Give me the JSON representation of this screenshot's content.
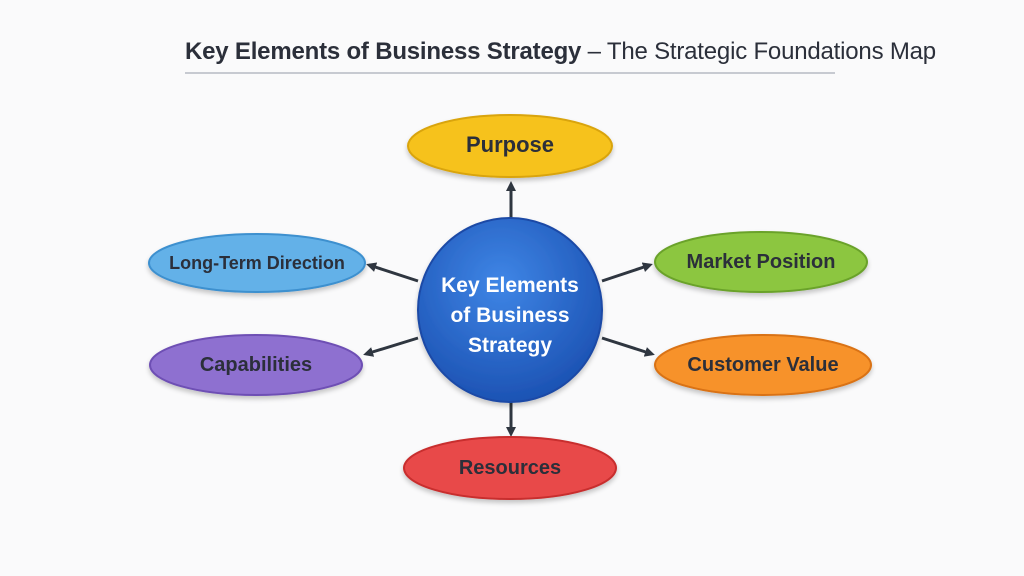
{
  "title": {
    "bold": "Key Elements of Business Strategy",
    "rest": " – The Strategic Foundations Map"
  },
  "center": {
    "lines": [
      "Key Elements",
      "of Business",
      "Strategy"
    ],
    "color": "#1f5fc8"
  },
  "nodes": {
    "purpose": {
      "label": "Purpose",
      "color": "#f6c21c"
    },
    "long_term_direction": {
      "label": "Long-Term Direction",
      "color": "#64b1e8"
    },
    "market_position": {
      "label": "Market Position",
      "color": "#8cc63f"
    },
    "capabilities": {
      "label": "Capabilities",
      "color": "#8e6fd0"
    },
    "customer_value": {
      "label": "Customer Value",
      "color": "#f7922a"
    },
    "resources": {
      "label": "Resources",
      "color": "#e84a4a"
    }
  },
  "colors": {
    "arrow": "#2f3640",
    "text": "#2b2f3a",
    "center_text": "#ffffff"
  }
}
